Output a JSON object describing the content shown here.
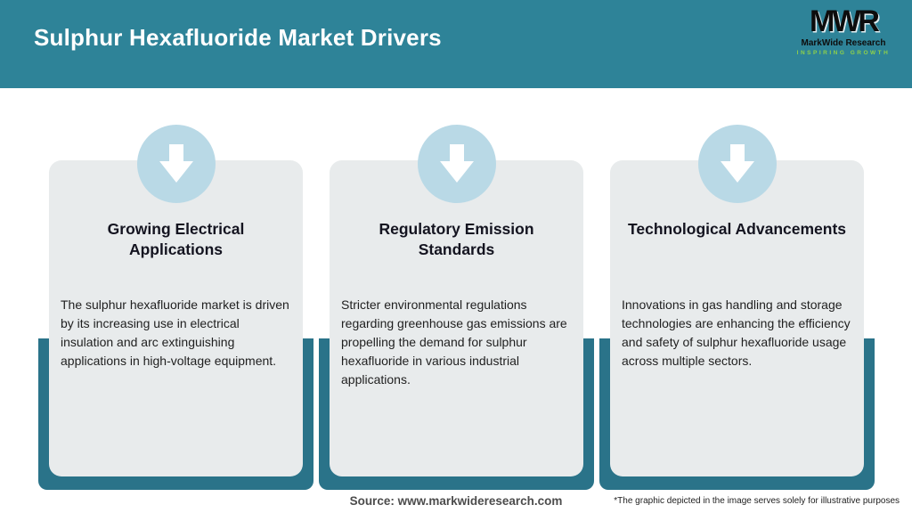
{
  "header": {
    "title": "Sulphur Hexafluoride Market Drivers",
    "logo": {
      "acronym": "MWR",
      "name": "MarkWide Research",
      "tagline": "INSPIRING GROWTH"
    }
  },
  "cards": [
    {
      "title": "Growing Electrical Applications",
      "body": "The sulphur hexafluoride market is driven by its increasing use in electrical insulation and arc extinguishing applications in high-voltage equipment."
    },
    {
      "title": "Regulatory Emission Standards",
      "body": "Stricter environmental regulations regarding greenhouse gas emissions are propelling the demand for sulphur hexafluoride in various industrial applications."
    },
    {
      "title": "Technological Advancements",
      "body": "Innovations in gas handling and storage technologies are enhancing the efficiency and safety of sulphur hexafluoride usage across multiple sectors."
    }
  ],
  "footer": {
    "source": "Source: www.markwideresearch.com",
    "disclaimer": "*The graphic depicted in the image serves solely for illustrative purposes"
  },
  "colors": {
    "header_bg": "#2e8398",
    "shadow_bg": "#2a7389",
    "card_bg": "#e8ebec",
    "circle_bg": "#b9d9e6",
    "logo_green": "#8fd14a",
    "arrow_color": "#ffffff"
  }
}
